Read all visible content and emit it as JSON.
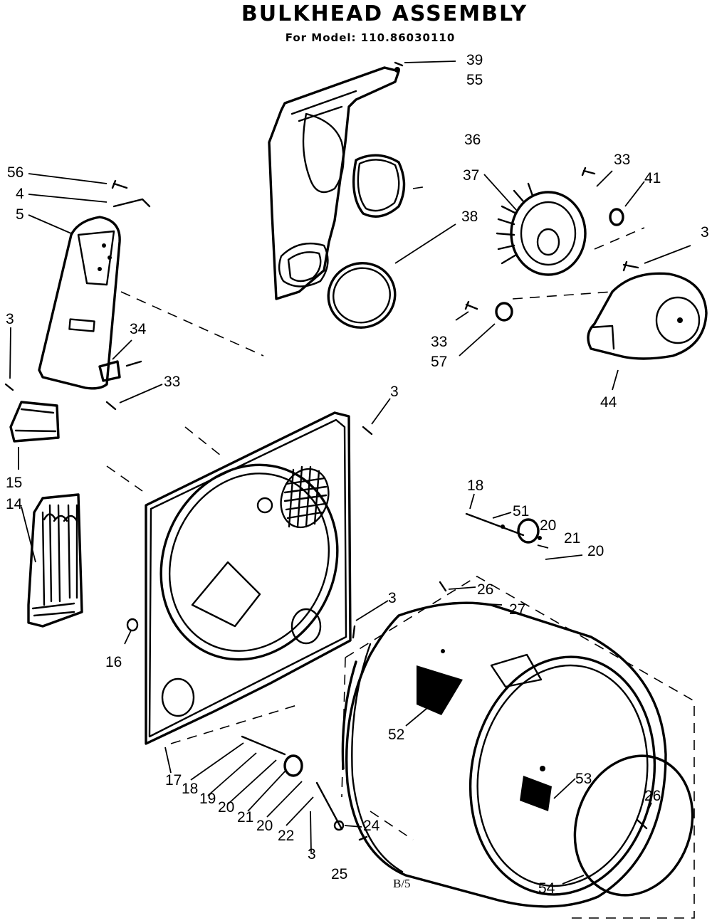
{
  "title": "BULKHEAD ASSEMBLY",
  "subtitle": "For Model: 110.86030110",
  "page_ref": "B/5",
  "callouts": {
    "c39": "39",
    "c55": "55",
    "c36": "36",
    "c37": "37",
    "c33a": "33",
    "c41": "41",
    "c3a": "3",
    "c38": "38",
    "c56": "56",
    "c4": "4",
    "c5": "5",
    "c34": "34",
    "c33b": "33",
    "c3b": "3",
    "c33c": "33",
    "c57": "57",
    "c44": "44",
    "c3c": "3",
    "c15": "15",
    "c14": "14",
    "c18a": "18",
    "c51": "51",
    "c20a": "20",
    "c21a": "21",
    "c20b": "20",
    "c3d": "3",
    "c26a": "26",
    "c27": "27",
    "c16": "16",
    "c52": "52",
    "c53": "53",
    "c26b": "26",
    "c17": "17",
    "c18b": "18",
    "c19": "19",
    "c20c": "20",
    "c21b": "21",
    "c20d": "20",
    "c22": "22",
    "c24": "24",
    "c3e": "3",
    "c25": "25",
    "c54": "54"
  }
}
